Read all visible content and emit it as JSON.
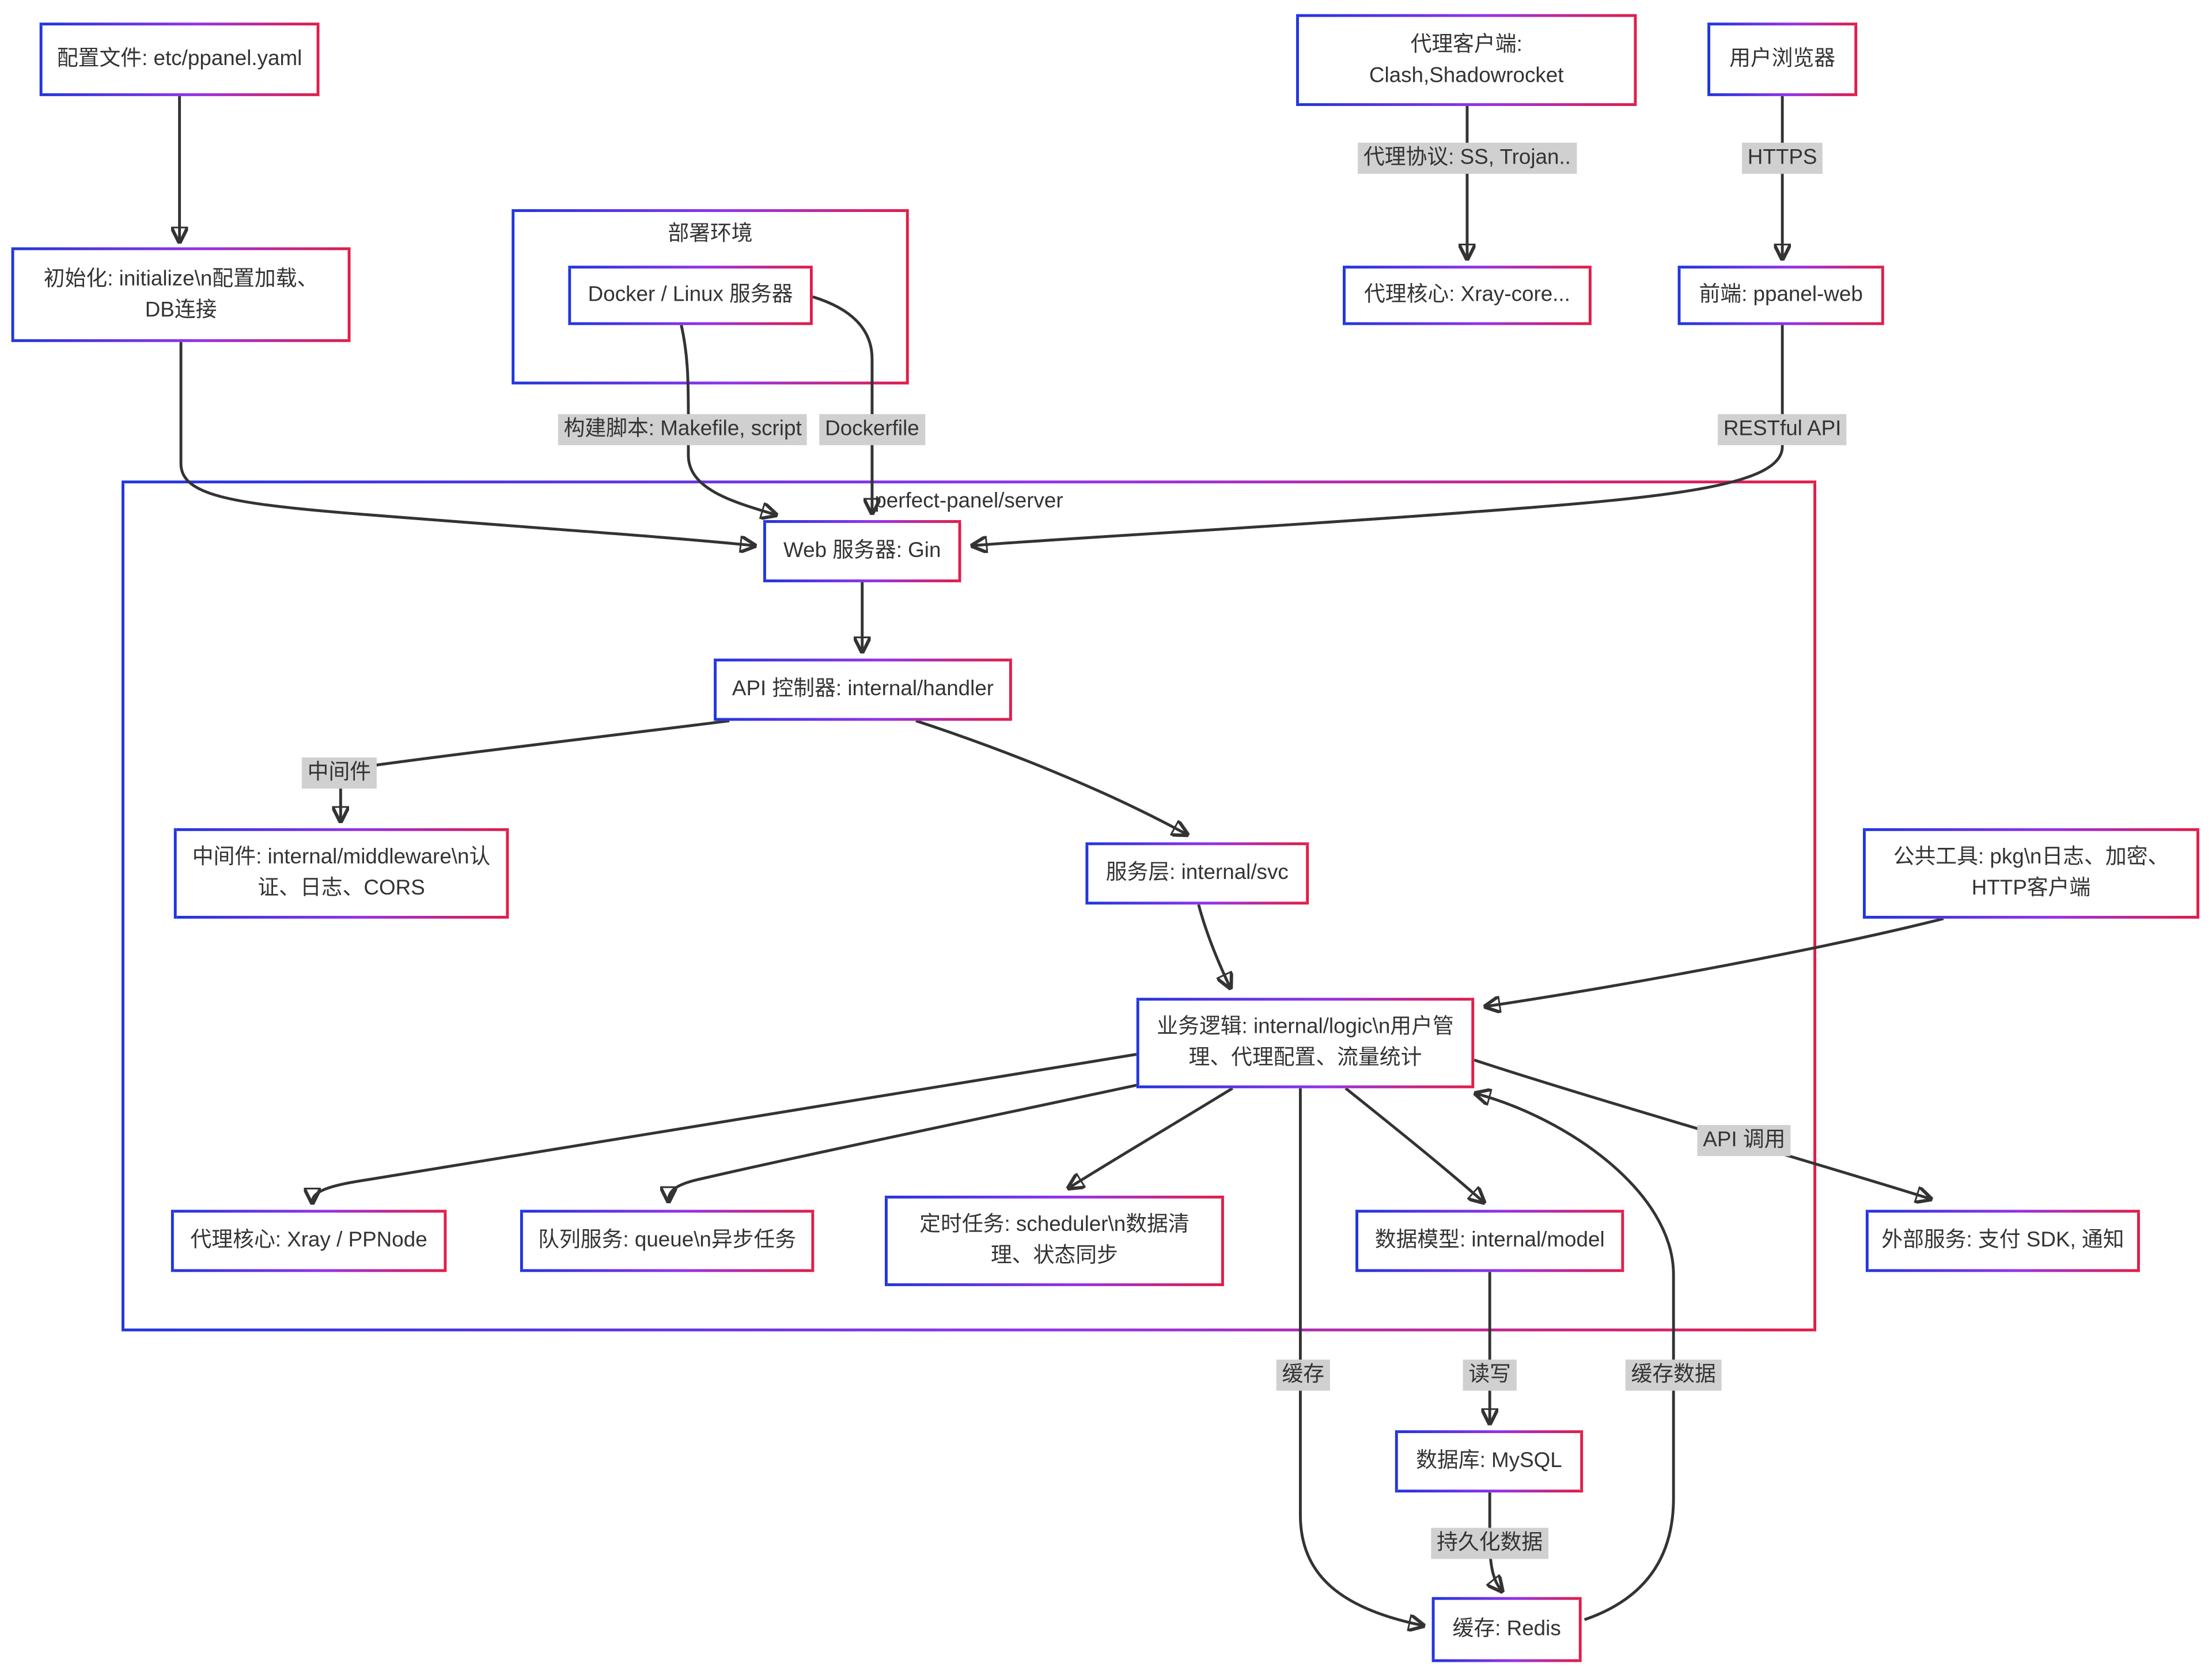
{
  "colors": {
    "border_gradient_start": "#2135de",
    "border_gradient_mid": "#9333ea",
    "border_gradient_end": "#e11d48",
    "edge_label_bg": "#d0d0d0",
    "line": "#333333",
    "text": "#333333",
    "node_fill": "#ffffff"
  },
  "clusters": {
    "deploy": {
      "label": "部署环境"
    },
    "server": {
      "label": "perfect-panel/server"
    }
  },
  "nodes": {
    "config": {
      "lines": [
        "配置文件: etc/ppanel.yaml"
      ]
    },
    "proxy_client": {
      "lines": [
        "代理客户端:",
        "Clash,Shadowrocket"
      ]
    },
    "browser": {
      "lines": [
        "用户浏览器"
      ]
    },
    "init": {
      "lines": [
        "初始化: initialize\\n配置加载、",
        "DB连接"
      ]
    },
    "docker": {
      "lines": [
        "Docker / Linux 服务器"
      ]
    },
    "xray_core": {
      "lines": [
        "代理核心: Xray-core..."
      ]
    },
    "frontend": {
      "lines": [
        "前端: ppanel-web"
      ]
    },
    "gin": {
      "lines": [
        "Web 服务器: Gin"
      ]
    },
    "handler": {
      "lines": [
        "API 控制器: internal/handler"
      ]
    },
    "middleware": {
      "lines": [
        "中间件: internal/middleware\\n认",
        "证、日志、CORS"
      ]
    },
    "svc": {
      "lines": [
        "服务层: internal/svc"
      ]
    },
    "pkg": {
      "lines": [
        "公共工具: pkg\\n日志、加密、",
        "HTTP客户端"
      ]
    },
    "logic": {
      "lines": [
        "业务逻辑: internal/logic\\n用户管",
        "理、代理配置、流量统计"
      ]
    },
    "ppnode": {
      "lines": [
        "代理核心: Xray / PPNode"
      ]
    },
    "queue": {
      "lines": [
        "队列服务: queue\\n异步任务"
      ]
    },
    "scheduler": {
      "lines": [
        "定时任务: scheduler\\n数据清",
        "理、状态同步"
      ]
    },
    "model": {
      "lines": [
        "数据模型: internal/model"
      ]
    },
    "external": {
      "lines": [
        "外部服务: 支付 SDK, 通知"
      ]
    },
    "mysql": {
      "lines": [
        "数据库: MySQL"
      ]
    },
    "redis": {
      "lines": [
        "缓存: Redis"
      ]
    }
  },
  "edge_labels": {
    "proxy_protocol": "代理协议: SS, Trojan..",
    "https": "HTTPS",
    "build_script": "构建脚本: Makefile, script",
    "dockerfile": "Dockerfile",
    "restful": "RESTful API",
    "middleware": "中间件",
    "api_call": "API 调用",
    "cache": "缓存",
    "read_write": "读写",
    "cache_data": "缓存数据",
    "persist": "持久化数据"
  }
}
